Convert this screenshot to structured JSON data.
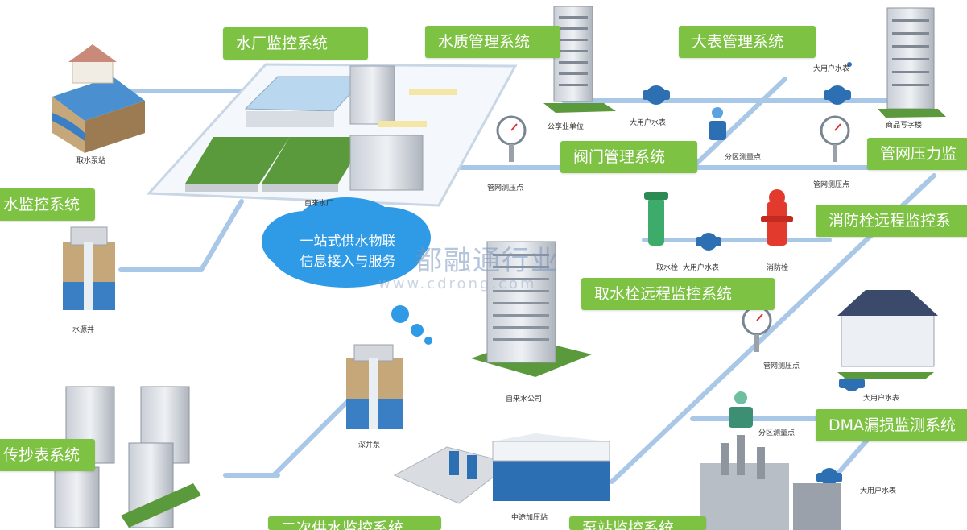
{
  "labels": {
    "water_plant_system": "水厂监控系统",
    "water_quality_system": "水质管理系统",
    "big_meter_system": "大表管理系统",
    "valve_system": "阀门管理系统",
    "pipe_pressure_system": "管网压力监",
    "water_monitor_system": "水监控系统",
    "fire_hydrant_system": "消防栓远程监控系",
    "intake_hydrant_system": "取水栓远程监控系统",
    "dma_system": "DMA漏损监测系统",
    "remote_meter_system": "传抄表系统",
    "secondary_supply_system": "二次供水监控系统",
    "pump_station_system": "泵站监控系统"
  },
  "captions": {
    "intake_pump_station": "取水泵站",
    "water_plant": "自来水厂",
    "public_institution": "公享业单位",
    "big_user_meter_1": "大用户水表",
    "big_user_meter_2": "大用户水表",
    "big_user_meter_3": "大用户水表",
    "big_user_meter_4": "大用户水表",
    "big_user_meter_5": "大用户水表",
    "commercial_building": "商品写字楼",
    "zone_metering_1": "分区测量点",
    "zone_metering_2": "分区测量点",
    "pipe_pressure_point_1": "管网测压点",
    "pipe_pressure_point_2": "管网测压点",
    "pipe_pressure_point_3": "管网测压点",
    "intake_hydrant": "取水栓",
    "fire_hydrant": "消防栓",
    "water_well": "水源井",
    "water_company": "自来水公司",
    "deep_well": "深井泵",
    "relay_pump_station": "中途加压站"
  },
  "cloud": {
    "line1": "一站式供水物联",
    "line2": "信息接入与服务"
  },
  "watermark": {
    "cn": "都融通行业",
    "url": "www.cdrong.com"
  },
  "colors": {
    "label_green": "#7dc242",
    "pipe_blue": "#a9c7e6",
    "cloud_blue": "#2f9ae6",
    "water_blue": "#3a7fc4"
  }
}
